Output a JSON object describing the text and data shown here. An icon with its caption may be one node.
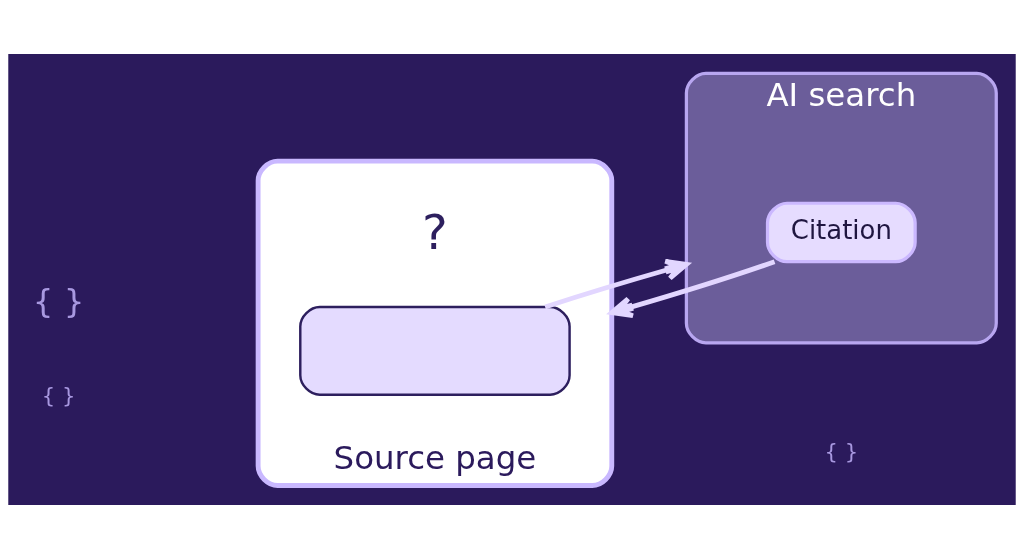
{
  "diagram": {
    "nodes": [
      {
        "text": [
          "Source page"
        ]
      },
      {
        "text": [],
        "shape": "box",
        "in": 0
      },
      {
        "text": [
          "AI search"
        ]
      },
      {
        "text": [
          "Citation"
        ],
        "in": 2
      }
    ],
    "edges": [
      {
        "from": 1,
        "to": 2,
        "arrow": "to"
      },
      {
        "from": 3,
        "to": 0,
        "arrow": "to"
      }
    ],
    "labels": [
      "?",
      "{ }",
      "{ }",
      "{ }"
    ]
  }
}
